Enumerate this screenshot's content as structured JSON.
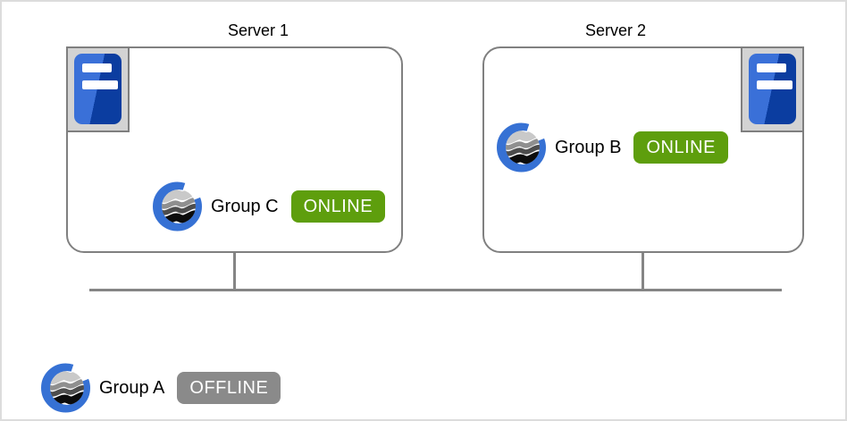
{
  "colors": {
    "box_outline": "#808080",
    "connector_line": "#858585",
    "canvas_border": "#dcdcdc",
    "status_online_bg": "#5e9e0d",
    "status_offline_bg": "#8a8a8a",
    "badge_text": "#ffffff",
    "server_icon_blue_light": "#3a70d8",
    "server_icon_blue_dark": "#0b3da0",
    "icon_frame_bg": "#d3d3d3",
    "group_logo_blue": "#3671d4"
  },
  "diagram": {
    "servers": [
      {
        "label": "Server 1",
        "icon": "tower-server-icon",
        "group": {
          "name": "Group C",
          "status": "ONLINE"
        }
      },
      {
        "label": "Server 2",
        "icon": "tower-server-icon",
        "group": {
          "name": "Group B",
          "status": "ONLINE"
        }
      }
    ],
    "standalone_group": {
      "name": "Group A",
      "status": "OFFLINE",
      "icon": "group-globe-icon"
    }
  }
}
